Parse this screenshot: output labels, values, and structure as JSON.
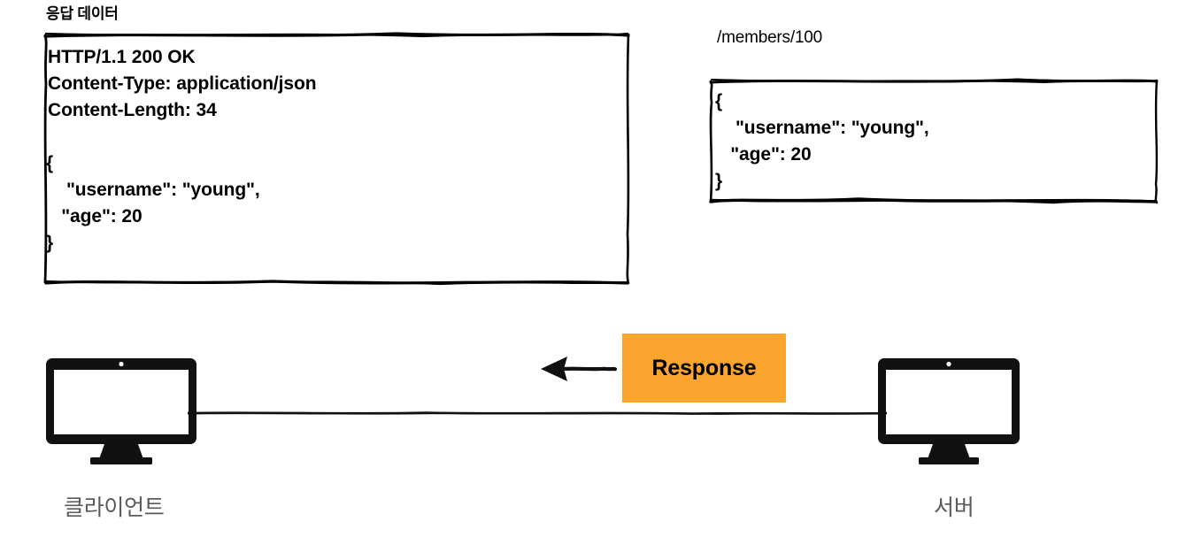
{
  "diagram": {
    "background": "#ffffff",
    "accent_orange": "#fba52f",
    "ink": "#000000",
    "label_gray": "#5a5a5a"
  },
  "response_section": {
    "title": "응답 데이터",
    "message_box": {
      "status_line": "HTTP/1.1 200 OK",
      "header_content_type": "Content-Type: application/json",
      "header_content_length": "Content-Length: 34",
      "blank_line": "",
      "body_open": "{",
      "body_username": "    \"username\": \"young\",",
      "body_age": "   \"age\": 20",
      "body_close": "}"
    }
  },
  "resource_section": {
    "title": "/members/100",
    "json_box": {
      "open": "{",
      "username": "    \"username\": \"young\",",
      "age": "   \"age\": 20",
      "close": "}"
    }
  },
  "flow": {
    "banner_label": "Response",
    "direction": "client-to-server-reverse",
    "arrow_icon": "arrow-left-icon"
  },
  "endpoints": {
    "client": {
      "label": "클라이언트",
      "icon": "monitor-icon"
    },
    "server": {
      "label": "서버",
      "icon": "monitor-icon"
    }
  }
}
